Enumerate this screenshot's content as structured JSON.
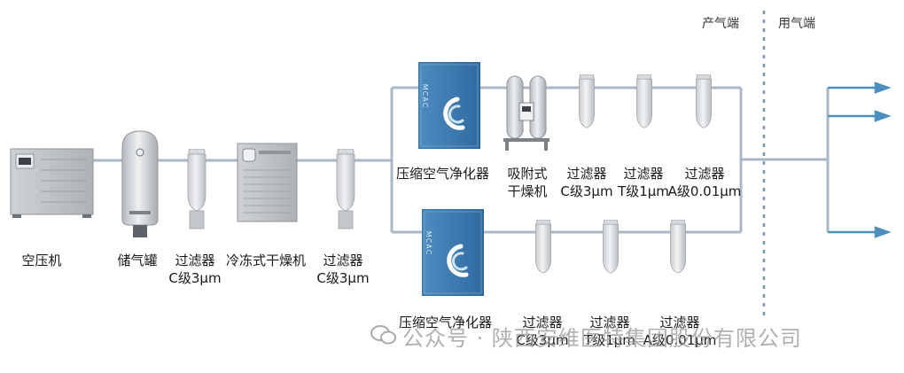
{
  "zones": {
    "supply": "产气端",
    "use": "用气端"
  },
  "labels": {
    "compressor": "空压机",
    "tank": "储气罐",
    "filter1": [
      "过滤器",
      "C级3μm"
    ],
    "dryer": "冷冻式干燥机",
    "filter2": [
      "过滤器",
      "C级3μm"
    ],
    "purifier_top": "压缩空气净化器",
    "adsorption_dryer": [
      "吸附式",
      "干燥机"
    ],
    "top_filter_c": [
      "过滤器",
      "C级3μm"
    ],
    "top_filter_t": [
      "过滤器",
      "T级1μm"
    ],
    "top_filter_a": [
      "过滤器",
      "A级0.01μm"
    ],
    "purifier_bottom": "压缩空气净化器",
    "bottom_filter_c": [
      "过滤器",
      "C级3μm"
    ],
    "bottom_filter_t": [
      "过滤器",
      "T级1μm"
    ],
    "bottom_filter_a": [
      "过滤器",
      "A级0.01μm"
    ]
  },
  "purifier_brand": "MCAC",
  "watermark": "公众号 · 陕西安维医特集团股份有限公司",
  "colors": {
    "pipe": "#a9b7c6",
    "purifier": "#3f7fb3",
    "arrow": "#4a8fbe",
    "divider": "#7d95ad"
  }
}
